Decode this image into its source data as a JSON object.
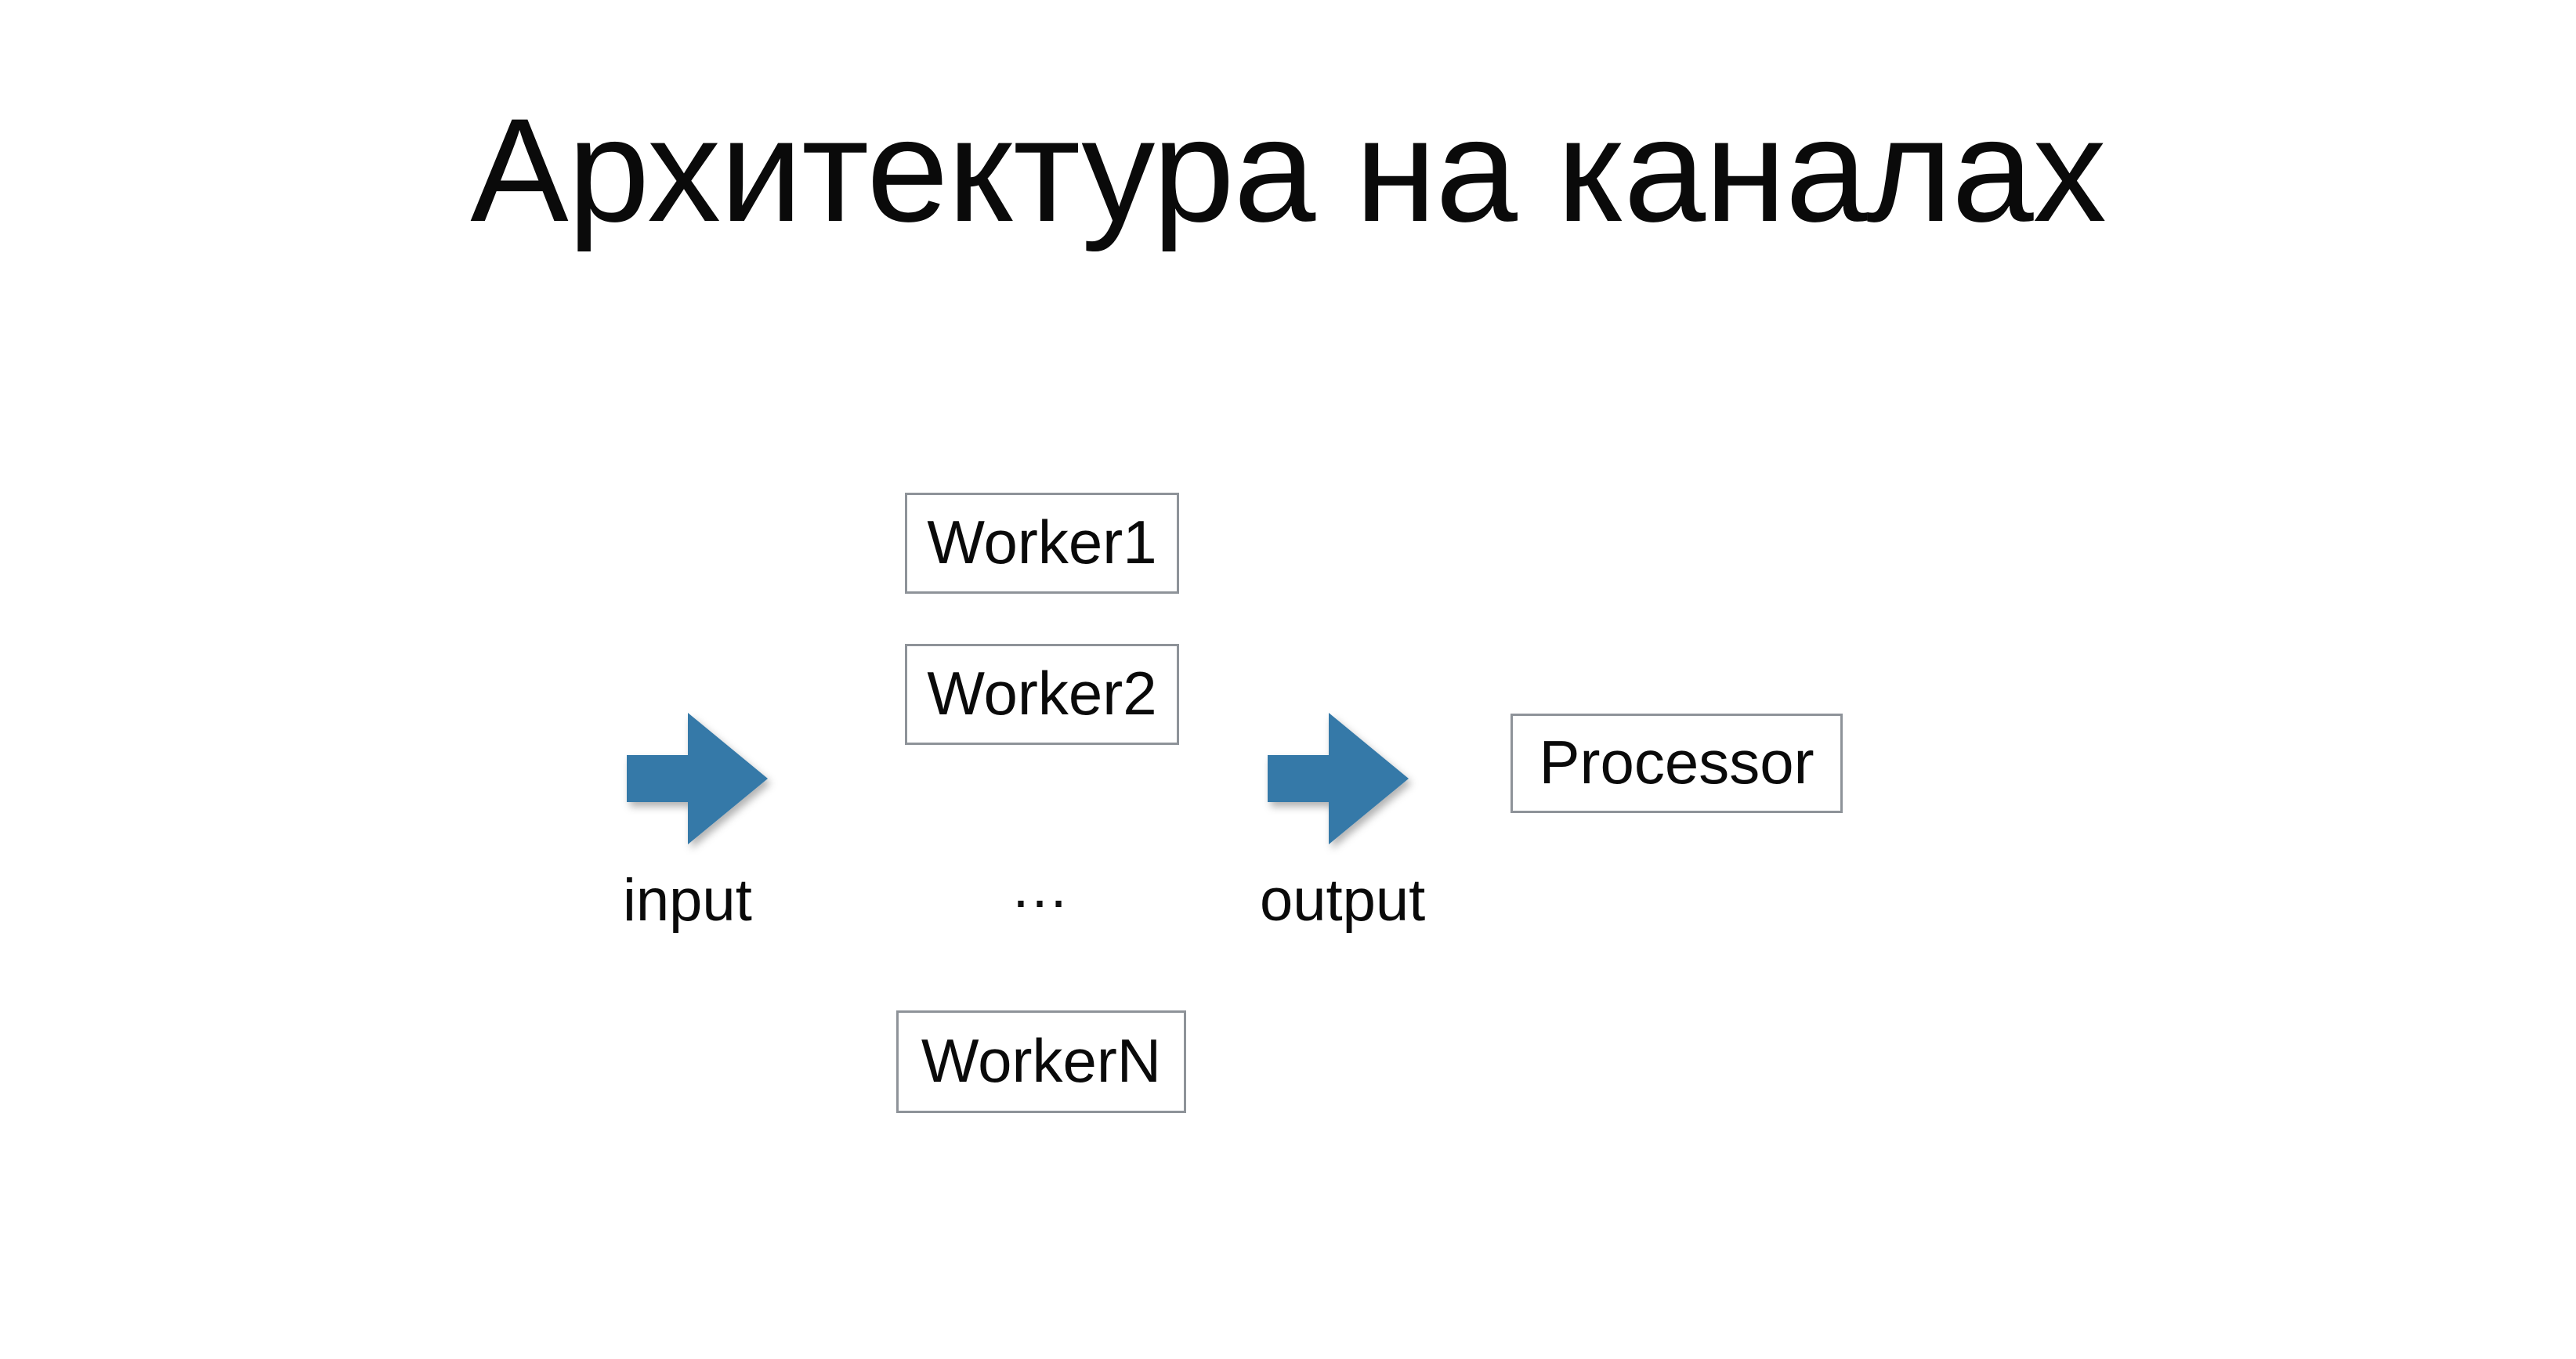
{
  "slide": {
    "title": "Архитектура на каналах",
    "background_color": "#ffffff",
    "text_color": "#0a0a0a"
  },
  "diagram": {
    "accent_color": "#3579a8",
    "box_border_color": "#8e9399",
    "box_fill_color": "#ffffff",
    "workers": [
      {
        "label": "Worker1"
      },
      {
        "label": "Worker2"
      },
      {
        "label": "WorkerN"
      }
    ],
    "worker_ellipsis": "…",
    "channels": [
      {
        "name": "input-channel",
        "label": "input",
        "icon": "right-arrow-icon"
      },
      {
        "name": "output-channel",
        "label": "output",
        "icon": "right-arrow-icon"
      }
    ],
    "processor": {
      "label": "Processor"
    }
  }
}
